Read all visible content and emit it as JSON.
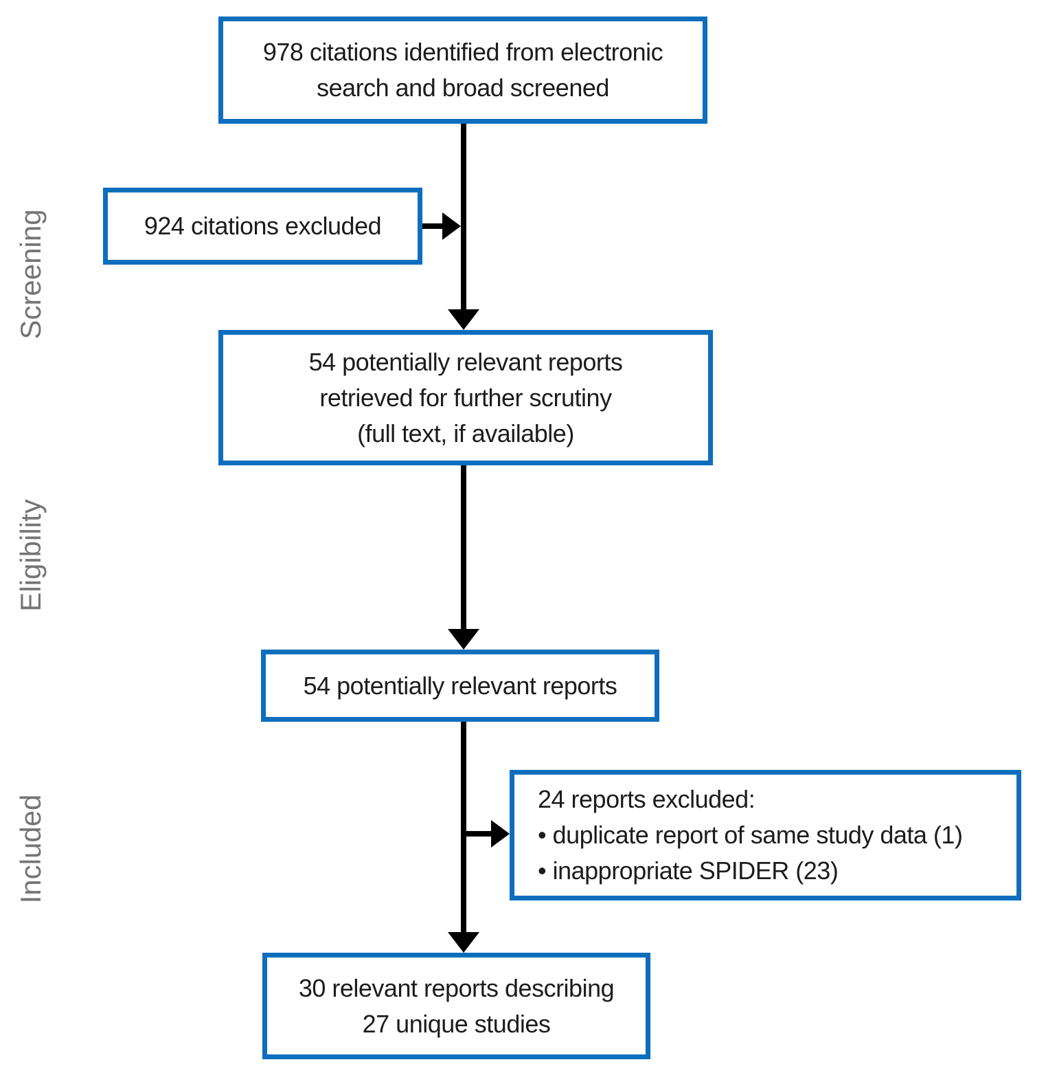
{
  "colors": {
    "box_border": "#0d6ebe",
    "arrow": "#000000",
    "stage_label": "#757575",
    "text": "#1c1c1c",
    "background": "#ffffff"
  },
  "stages": [
    {
      "label": "Screening"
    },
    {
      "label": "Eligibility"
    },
    {
      "label": "Included"
    }
  ],
  "boxes": {
    "identified": {
      "lines": [
        "978 citations identified from electronic",
        "search and broad screened"
      ]
    },
    "excluded_screening": {
      "lines": [
        "924 citations excluded"
      ]
    },
    "retrieved": {
      "lines": [
        "54 potentially relevant reports",
        "retrieved for further scrutiny",
        "(full text, if available)"
      ]
    },
    "relevant": {
      "lines": [
        "54 potentially relevant reports"
      ]
    },
    "excluded_eligibility": {
      "lines": [
        "24 reports excluded:",
        "• duplicate report of same study data (1)",
        "• inappropriate SPIDER (23)"
      ]
    },
    "included": {
      "lines": [
        "30 relevant reports describing",
        "27 unique studies"
      ]
    }
  }
}
